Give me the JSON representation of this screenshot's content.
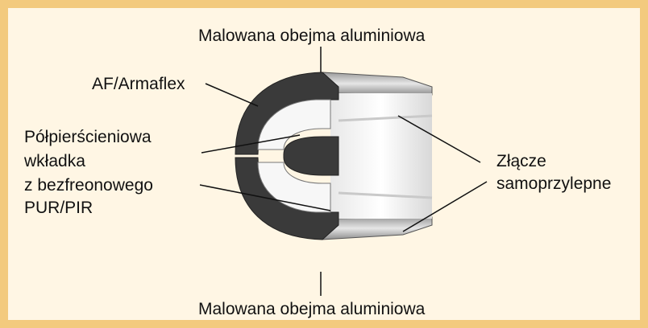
{
  "diagram": {
    "labels": {
      "top": "Malowana obejma aluminiowa",
      "bottom": "Malowana obejma aluminiowa",
      "armaflex": "AF/Armaflex",
      "insert": [
        "Półpierścieniowa",
        "wkładka",
        "z bezfreonowego",
        "PUR/PIR"
      ],
      "joint": [
        "Złącze",
        "samoprzylepne"
      ]
    },
    "colors": {
      "frame": "#f3ca7e",
      "panel": "#fff6e4",
      "foam": "#3d3d3d",
      "inner": "#f4f4f4",
      "metal": "#bdbdbd"
    }
  }
}
